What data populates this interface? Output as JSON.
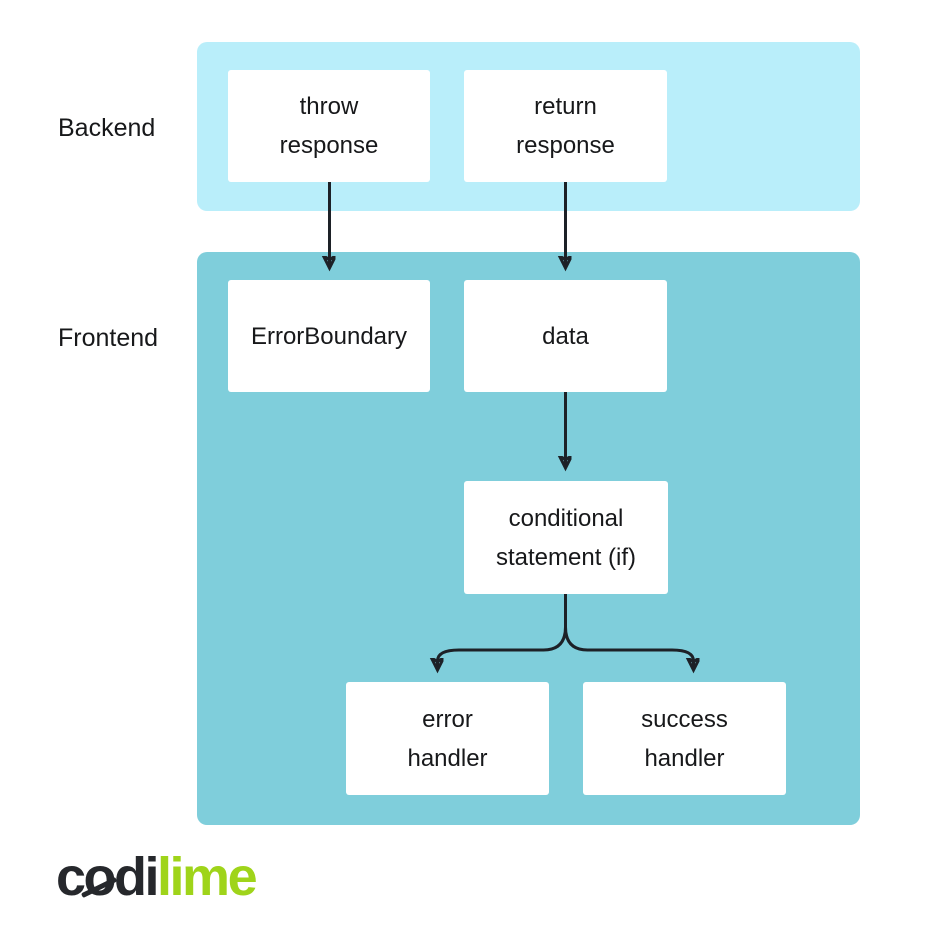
{
  "diagram": {
    "backend_label": "Backend",
    "frontend_label": "Frontend",
    "nodes": {
      "throw_response": "throw\nresponse",
      "return_response": "return\nresponse",
      "error_boundary": "ErrorBoundary",
      "data": "data",
      "conditional": "conditional\nstatement (if)",
      "error_handler": "error\nhandler",
      "success_handler": "success\nhandler"
    },
    "edges": [
      {
        "from": "throw_response",
        "to": "error_boundary"
      },
      {
        "from": "return_response",
        "to": "data"
      },
      {
        "from": "data",
        "to": "conditional"
      },
      {
        "from": "conditional",
        "to": "error_handler"
      },
      {
        "from": "conditional",
        "to": "success_handler"
      }
    ]
  },
  "logo": {
    "part1": "c",
    "part2": "o",
    "part3": "di",
    "part4": "lime"
  },
  "colors": {
    "backend_band": "#b9eefa",
    "frontend_band": "#7fcedb",
    "arrow": "#1d2127",
    "box_bg": "#ffffff",
    "text": "#17181a",
    "logo_dark": "#26282c",
    "logo_lime": "#9fd41a",
    "page_bg": "#ffffff"
  }
}
